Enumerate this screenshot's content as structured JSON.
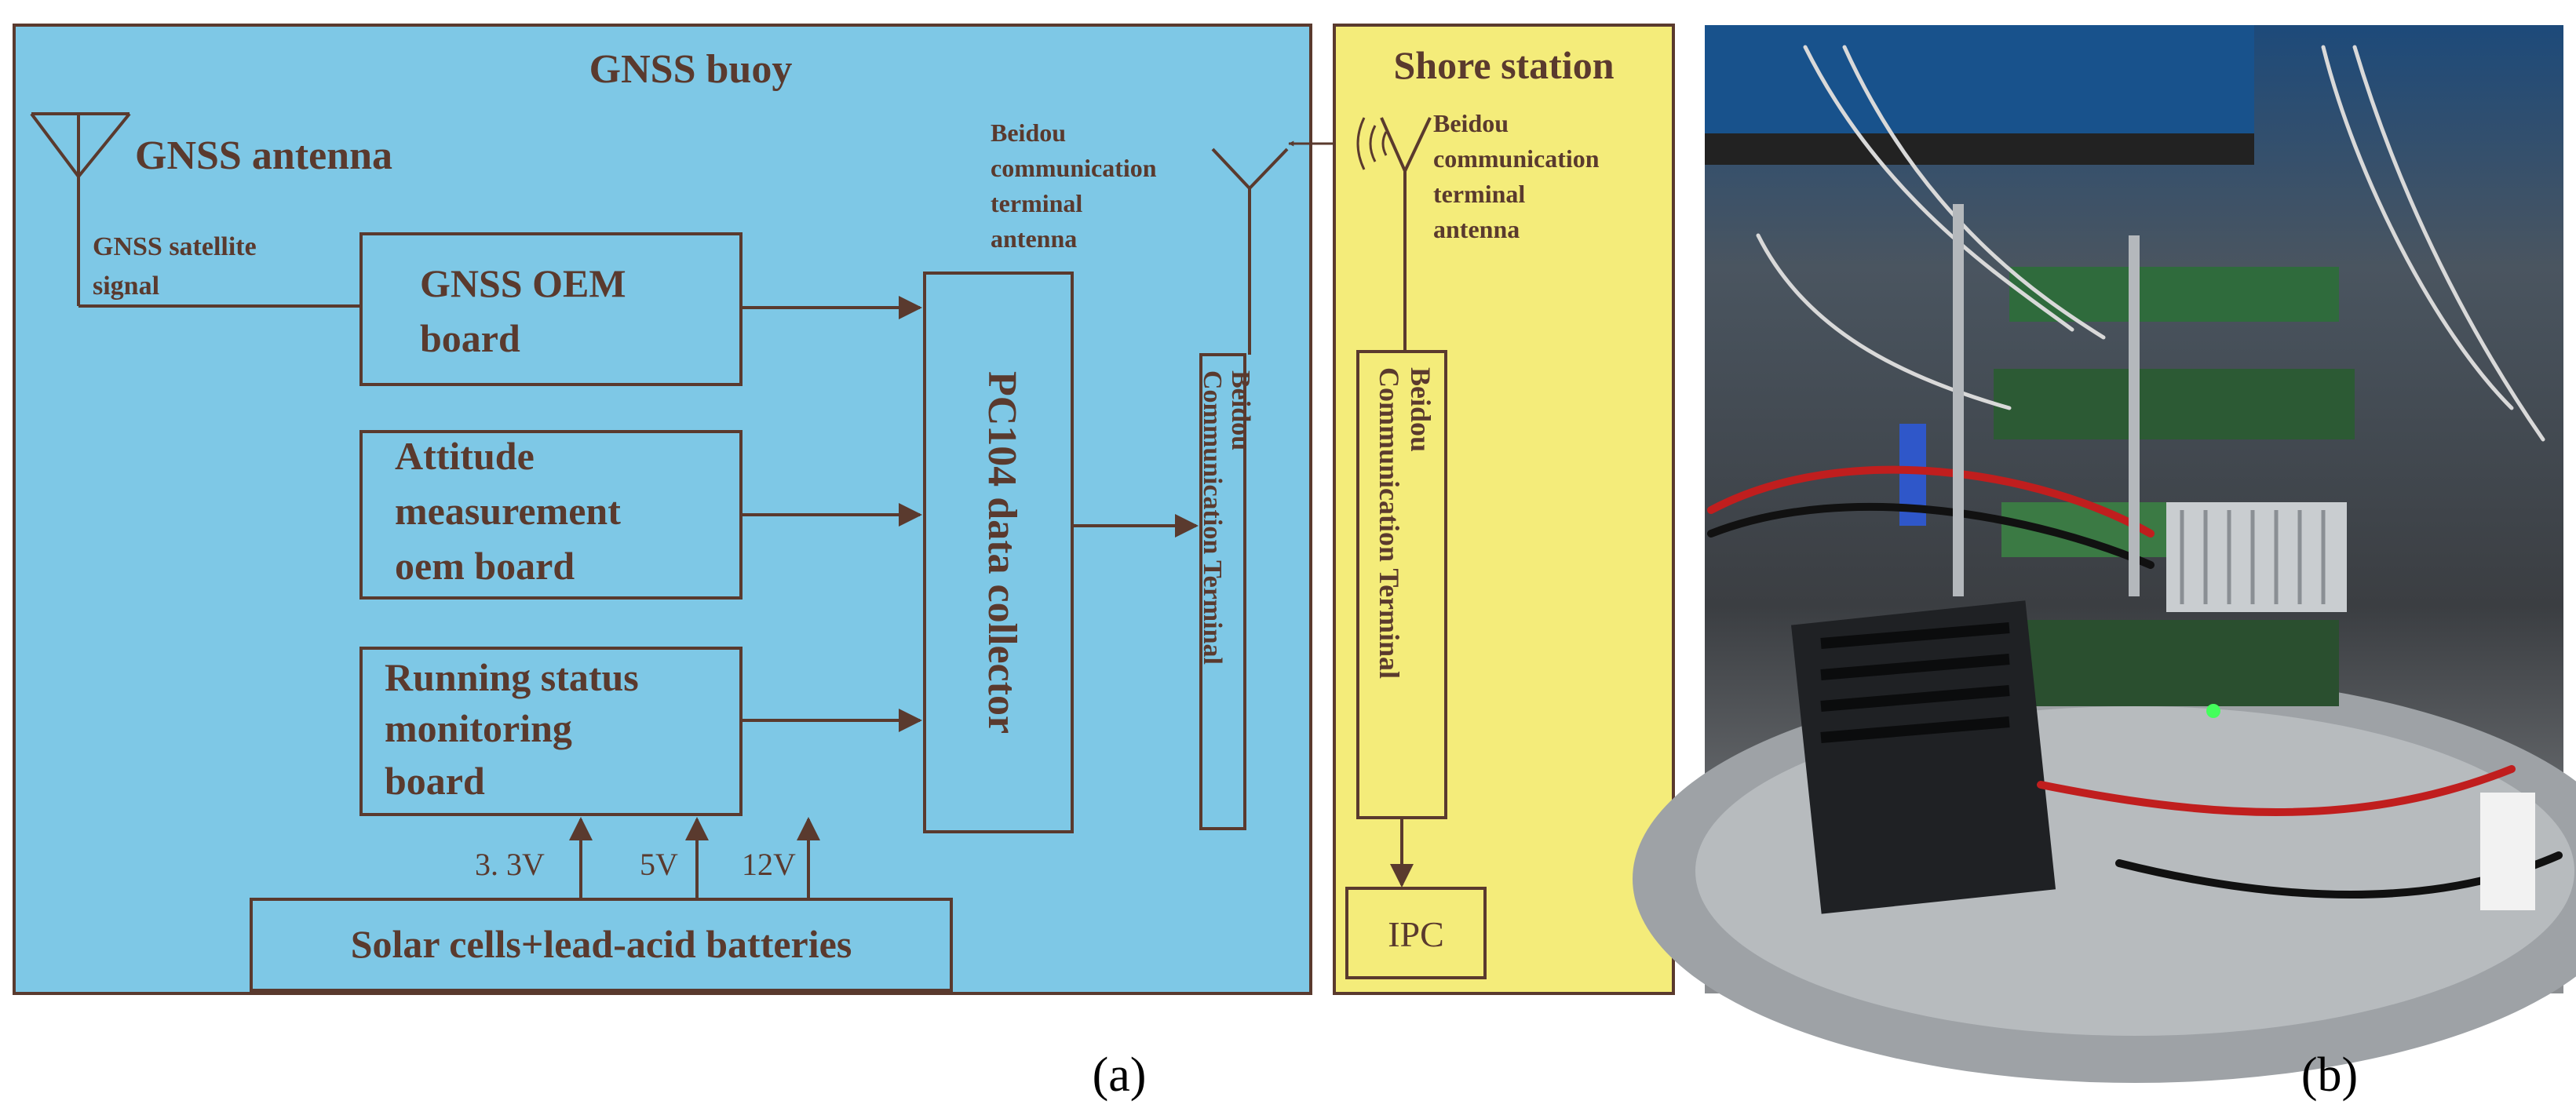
{
  "colors": {
    "buoy_fill": "#7ec8e6",
    "shore_fill": "#f4ec7a",
    "stroke": "#5a3a2e",
    "text": "#5a3a2e",
    "photo_bg": "#2b2f33"
  },
  "panel_a": {
    "label": "(a)",
    "buoy": {
      "title": "GNSS buoy",
      "gnss_antenna_label": "GNSS antenna",
      "satellite_signal_label": [
        "GNSS satellite",
        "signal"
      ],
      "beidou_antenna_label": [
        "Beidou",
        "communication",
        "terminal",
        "antenna"
      ],
      "gnss_oem_board": [
        "GNSS OEM",
        "board"
      ],
      "attitude_board": [
        "Attitude",
        "measurement",
        "oem board"
      ],
      "running_status_board": [
        "Running status",
        "monitoring",
        "board"
      ],
      "data_collector": "PC104 data collector",
      "beidou_terminal": [
        "Beidou",
        "Communication Terminal"
      ],
      "power_supply": "Solar cells+lead-acid batteries",
      "voltages": [
        "3. 3V",
        "5V",
        "12V"
      ]
    },
    "shore": {
      "title": "Shore station",
      "beidou_antenna_label": [
        "Beidou",
        "communication",
        "terminal",
        "antenna"
      ],
      "beidou_terminal": [
        "Beidou",
        "Communication Terminal"
      ],
      "ipc": "IPC"
    }
  },
  "panel_b": {
    "label": "(b)",
    "photo_icon": "hardware-photo"
  }
}
